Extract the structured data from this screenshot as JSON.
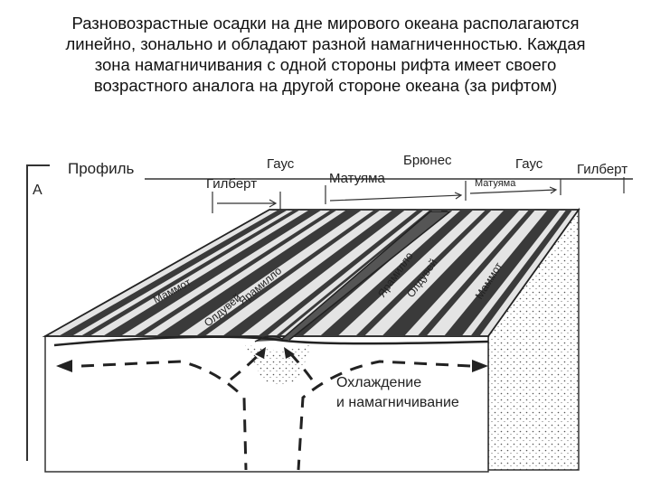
{
  "caption_lines": [
    "Разновозрастные осадки на дне мирового океана располагаются",
    "линейно, зонально и обладают разной намагниченностью. Каждая",
    "зона намагничивания с одной стороны рифта имеет своего",
    "возрастного аналога на другой стороне океана (за рифтом)"
  ],
  "diagram": {
    "corner_label": "А",
    "profile_label": "Профиль",
    "top_scale": {
      "gilbert_left": "Гилберт",
      "gaus_left": "Гаус",
      "matuyama_left": "Матуяма",
      "brunhes": "Брюнес",
      "matuyama_right": "Матуяма",
      "gaus_right": "Гаус",
      "gilbert_right": "Гилберт"
    },
    "surface_labels": {
      "mammoth_left": "Маммот",
      "olduvai_left": "Олдувей",
      "jaramillo_left": "Ярамилло",
      "jaramillo_right": "Ярамилло",
      "olduvai_right": "Олдувей",
      "mammoth_right": "Маммот"
    },
    "cooling_line1": "Охлаждение",
    "cooling_line2": "и намагничивание"
  }
}
